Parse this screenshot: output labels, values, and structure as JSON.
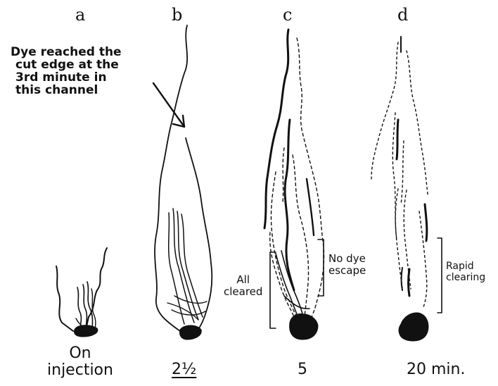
{
  "panels": [
    {
      "letter": "a",
      "time": "On injection",
      "time_line1": "On",
      "time_line2": "injection"
    },
    {
      "letter": "b",
      "time": "2½"
    },
    {
      "letter": "c",
      "time": "5"
    },
    {
      "letter": "d",
      "time": "20 min."
    }
  ],
  "annotations": {
    "dye_reached": {
      "line1": "Dye reached the",
      "line2": "cut edge at the",
      "line3": "3rd minute in",
      "line4": "this channel"
    },
    "all_cleared": {
      "line1": "All",
      "line2": "cleared"
    },
    "no_dye_escape": {
      "line1": "No dye",
      "line2": "escape"
    },
    "rapid_clearing": {
      "line1": "Rapid",
      "line2": "clearing"
    }
  },
  "colors": {
    "ink": "#111111",
    "background": "#ffffff"
  }
}
